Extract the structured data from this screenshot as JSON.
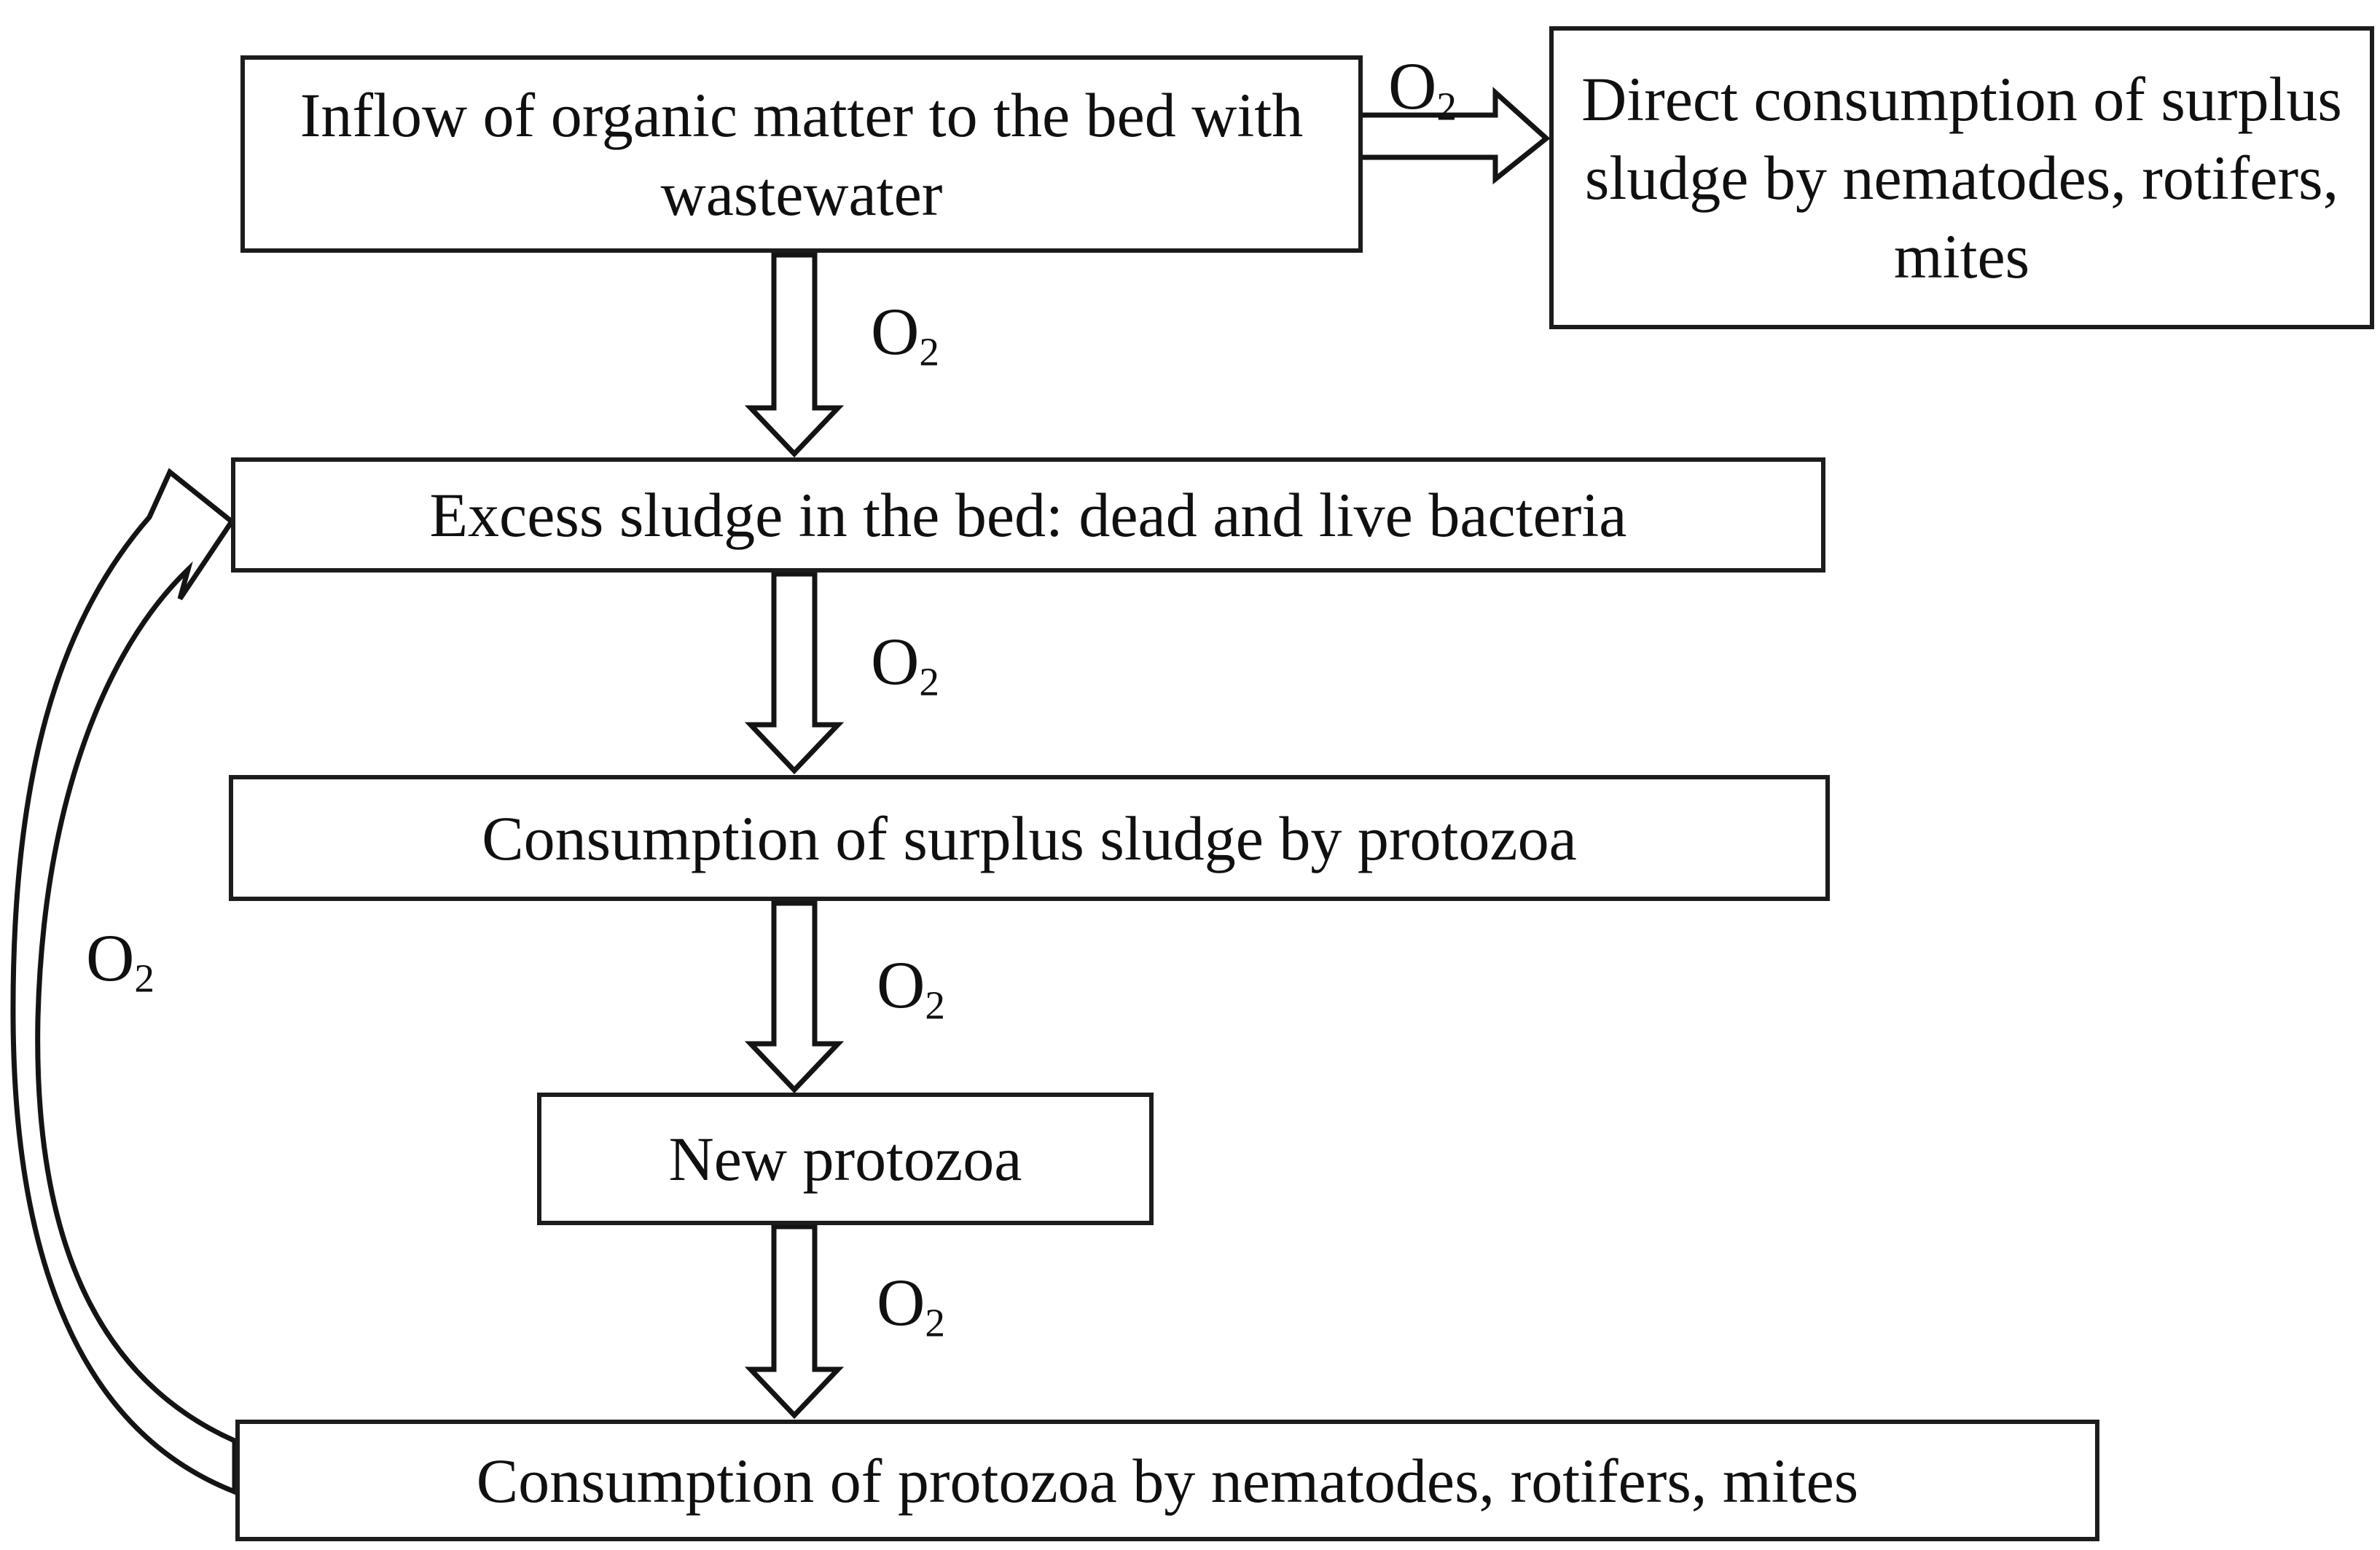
{
  "diagram": {
    "title": "Sludge consumption flow diagram",
    "background_color": "#ffffff",
    "line_color": "#141414",
    "text_color": "#101010",
    "boxes": {
      "inflow": {
        "lines": [
          "Inflow of organic matter to the bed with",
          "wastewater"
        ],
        "text": "Inflow of organic matter to the bed with wastewater"
      },
      "direct_consumption": {
        "lines": [
          "Direct consumption of surplus",
          "sludge by nematodes, rotifers,",
          "mites"
        ],
        "text": "Direct consumption of surplus sludge by nematodes, rotifers, mites"
      },
      "excess_sludge": {
        "lines": [
          "Excess sludge in the bed: dead and live bacteria"
        ],
        "text": "Excess sludge in the bed: dead and live bacteria"
      },
      "consumption_by_protozoa": {
        "lines": [
          "Consumption of surplus sludge by protozoa"
        ],
        "text": "Consumption of surplus sludge by protozoa"
      },
      "new_protozoa": {
        "lines": [
          "New protozoa"
        ],
        "text": "New protozoa"
      },
      "consumption_by_nematodes": {
        "lines": [
          "Consumption of protozoa by nematodes, rotifers, mites"
        ],
        "text": "Consumption of protozoa by nematodes, rotifers, mites"
      }
    },
    "labels": {
      "o2_base": "O",
      "o2_sub": "2"
    }
  }
}
